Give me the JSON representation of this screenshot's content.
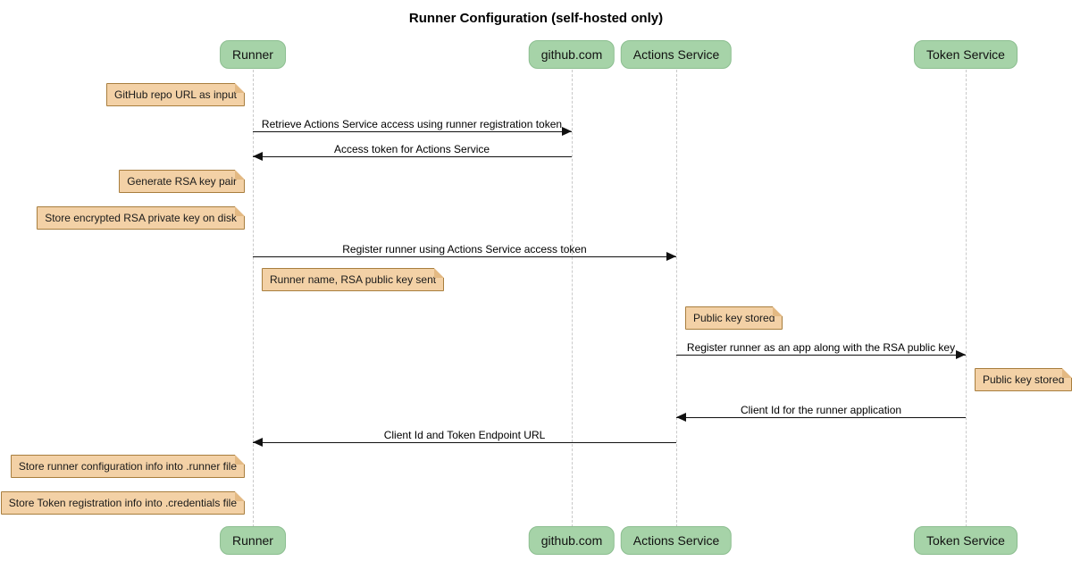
{
  "title": "Runner Configuration (self-hosted only)",
  "diagram_type": "sequence",
  "participants": [
    {
      "name": "Runner"
    },
    {
      "name": "github.com"
    },
    {
      "name": "Actions Service"
    },
    {
      "name": "Token Service"
    }
  ],
  "messages": [
    {
      "from": "Runner",
      "to": "github.com",
      "label": "Retrieve Actions Service access using runner registration token"
    },
    {
      "from": "github.com",
      "to": "Runner",
      "label": "Access token for Actions Service"
    },
    {
      "from": "Runner",
      "to": "Actions Service",
      "label": "Register runner using Actions Service access token"
    },
    {
      "from": "Actions Service",
      "to": "Token Service",
      "label": "Register runner as an app along with the RSA public key"
    },
    {
      "from": "Token Service",
      "to": "Actions Service",
      "label": "Client Id for the runner application"
    },
    {
      "from": "Actions Service",
      "to": "Runner",
      "label": "Client Id and Token Endpoint URL"
    }
  ],
  "notes": [
    {
      "target": "Runner",
      "side": "left",
      "text": "GitHub repo URL as input"
    },
    {
      "target": "Runner",
      "side": "left",
      "text": "Generate RSA key pair"
    },
    {
      "target": "Runner",
      "side": "left",
      "text": "Store encrypted RSA private key on disk"
    },
    {
      "target": "Runner",
      "side": "right",
      "text": "Runner name, RSA public key sent"
    },
    {
      "target": "Actions Service",
      "side": "right",
      "text": "Public key stored"
    },
    {
      "target": "Token Service",
      "side": "right",
      "text": "Public key stored"
    },
    {
      "target": "Runner",
      "side": "left",
      "text": "Store runner configuration info into .runner file"
    },
    {
      "target": "Runner",
      "side": "left",
      "text": "Store Token registration info into .credentials file"
    }
  ],
  "colors": {
    "participant_fill": "#A6D3A8",
    "participant_border": "#8CBE90",
    "note_fill": "#F3D1A6",
    "note_border": "#A87E3E",
    "note_fold": "#E3B983",
    "lifeline": "#C9C9C9",
    "arrow": "#111111",
    "background": "#FFFFFF"
  }
}
